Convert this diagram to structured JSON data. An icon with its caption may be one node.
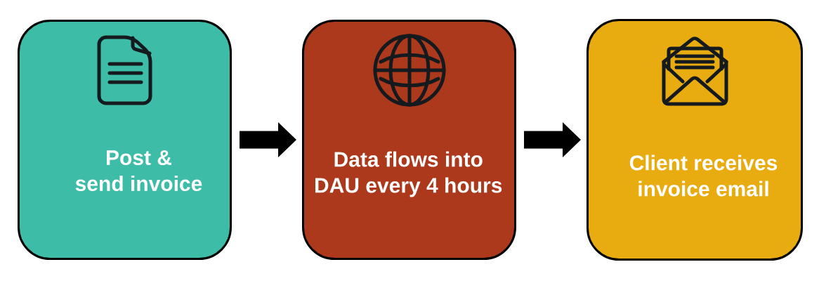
{
  "diagram": {
    "nodes": [
      {
        "text": [
          "Post & send invoice"
        ]
      },
      {
        "text": [
          "Data flows into DAU every 4 hours"
        ]
      },
      {
        "text": [
          "Client receives invoice email"
        ]
      }
    ],
    "edges": [
      {
        "from": 0,
        "to": 1,
        "arrow": "to"
      },
      {
        "from": 1,
        "to": 2,
        "arrow": "to"
      }
    ]
  }
}
